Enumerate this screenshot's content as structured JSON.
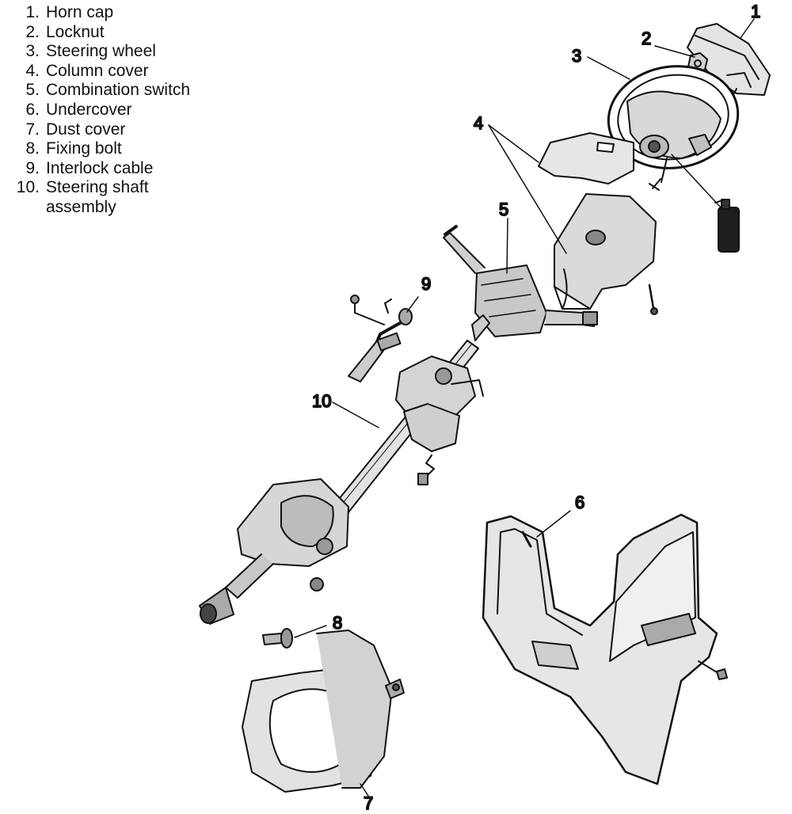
{
  "legend": [
    {
      "num": "1.",
      "text": "Horn cap"
    },
    {
      "num": "2.",
      "text": "Locknut"
    },
    {
      "num": "3.",
      "text": "Steering wheel"
    },
    {
      "num": "4.",
      "text": "Column cover"
    },
    {
      "num": "5.",
      "text": "Combination switch"
    },
    {
      "num": "6.",
      "text": "Undercover"
    },
    {
      "num": "7.",
      "text": "Dust cover"
    },
    {
      "num": "8.",
      "text": "Fixing bolt"
    },
    {
      "num": "9.",
      "text": "Interlock cable"
    },
    {
      "num": "10.",
      "text": "Steering shaft\nassembly"
    }
  ],
  "callouts": {
    "c1": "1",
    "c2": "2",
    "c3": "3",
    "c4": "4",
    "c5": "5",
    "c6": "6",
    "c7": "7",
    "c8": "8",
    "c9": "9",
    "c10": "10"
  }
}
